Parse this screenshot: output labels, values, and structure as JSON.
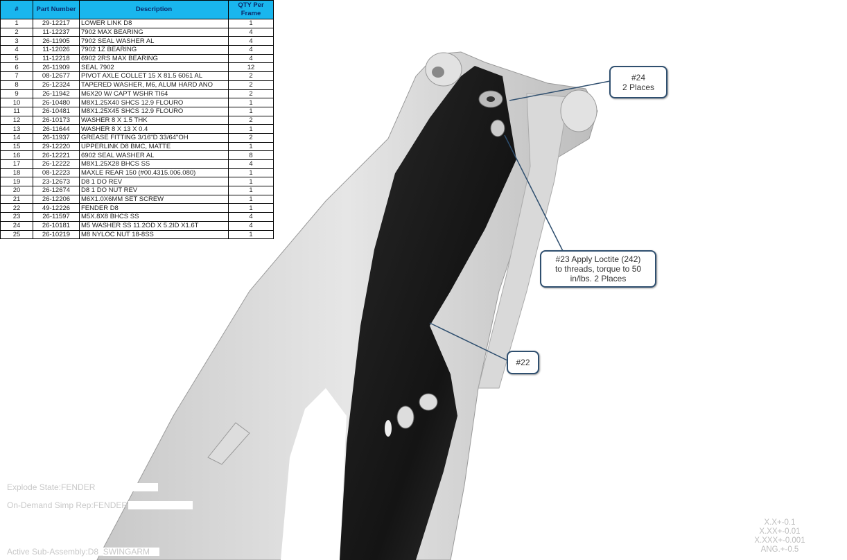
{
  "bom": {
    "headers": [
      "#",
      "Part Number",
      "Description",
      "QTY Per Frame"
    ],
    "rows": [
      [
        "1",
        "29-12217",
        "LOWER LINK D8",
        "1"
      ],
      [
        "2",
        "11-12237",
        "7902 MAX BEARING",
        "4"
      ],
      [
        "3",
        "26-11905",
        "7902 SEAL WASHER AL",
        "4"
      ],
      [
        "4",
        "11-12026",
        "7902 1Z BEARING",
        "4"
      ],
      [
        "5",
        "11-12218",
        "6902 2RS MAX BEARING",
        "4"
      ],
      [
        "6",
        "26-11909",
        "SEAL 7902",
        "12"
      ],
      [
        "7",
        "08-12677",
        "PIVOT AXLE COLLET 15 X 81.5 6061 AL",
        "2"
      ],
      [
        "8",
        "26-12324",
        "TAPERED WASHER, M6, ALUM HARD ANO",
        "2"
      ],
      [
        "9",
        "26-11942",
        "M6X20 W/ CAPT WSHR TI64",
        "2"
      ],
      [
        "10",
        "26-10480",
        "M8X1.25X40 SHCS 12.9 FLOURO",
        "1"
      ],
      [
        "11",
        "26-10481",
        "M8X1.25X45 SHCS 12.9 FLOURO",
        "1"
      ],
      [
        "12",
        "26-10173",
        "WASHER 8 X 1.5 THK",
        "2"
      ],
      [
        "13",
        "26-11644",
        "WASHER 8 X 13 X 0.4",
        "1"
      ],
      [
        "14",
        "26-11937",
        "GREASE FITTING 3/16\"D 33/64\"OH",
        "2"
      ],
      [
        "15",
        "29-12220",
        "UPPERLINK D8 BMC, MATTE",
        "1"
      ],
      [
        "16",
        "26-12221",
        "6902 SEAL WASHER AL",
        "8"
      ],
      [
        "17",
        "26-12222",
        "M8X1.25X28 BHCS SS",
        "4"
      ],
      [
        "18",
        "08-12223",
        "MAXLE REAR 150 (#00.4315.006.080)",
        "1"
      ],
      [
        "19",
        "23-12673",
        "D8 1 DO REV",
        "1"
      ],
      [
        "20",
        "26-12674",
        "D8 1 DO NUT REV",
        "1"
      ],
      [
        "21",
        "26-12206",
        "M6X1.0X6MM SET SCREW",
        "1"
      ],
      [
        "22",
        "49-12226",
        "FENDER D8",
        "1"
      ],
      [
        "23",
        "26-11597",
        "M5X.8X8 BHCS SS",
        "4"
      ],
      [
        "24",
        "26-10181",
        "M5 WASHER SS 11.2OD X 5.2ID X1.6T",
        "4"
      ],
      [
        "25",
        "26-10219",
        "M8 NYLOC NUT 18-8SS",
        "1"
      ]
    ]
  },
  "callouts": {
    "c24": {
      "line1": "#24",
      "line2": "2 Places"
    },
    "c23": {
      "line1": "#23 Apply Loctite (242)",
      "line2": "to threads, torque to 50",
      "line3": "in/lbs. 2 Places"
    },
    "c22": {
      "line1": "#22"
    }
  },
  "states": {
    "explode": "Explode State:FENDER",
    "simprep": "On-Demand Simp Rep:FENDER",
    "subassembly": "Active Sub-Assembly:D8_SWINGARM"
  },
  "tolerances": [
    "X.X+-0.1",
    "X.XX+-0.01",
    "X.XXX+-0.001",
    "ANG.+-0.5"
  ],
  "colors": {
    "header": "#19b6ee",
    "callout_border": "#2f4f6f",
    "fender": "#1e1e1e"
  }
}
